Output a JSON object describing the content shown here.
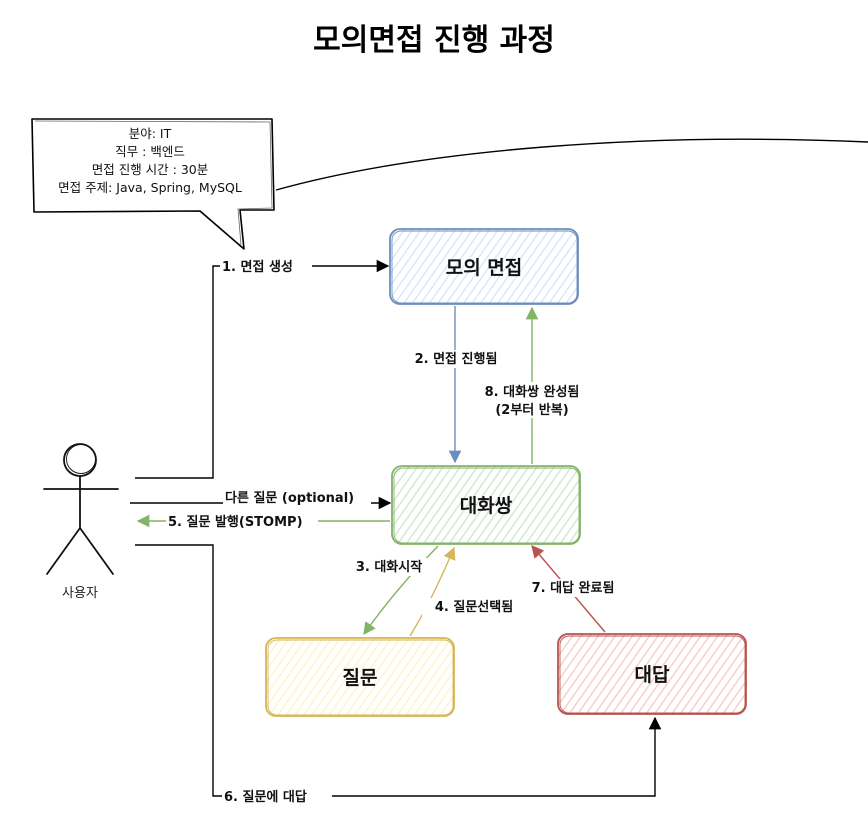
{
  "title": "모의면접 진행 과정",
  "actor": {
    "label": "사용자"
  },
  "callout": {
    "lines": [
      "분야: IT",
      "직무 : 백엔드",
      "면접 진행 시간 : 30분",
      "면접 주제: Java, Spring, MySQL"
    ]
  },
  "nodes": {
    "mock_interview": {
      "label": "모의 면접",
      "color": "#6c8ebf",
      "fill": "#dae8fc"
    },
    "conversation": {
      "label": "대화쌍",
      "color": "#82b366",
      "fill": "#d5e8d4"
    },
    "question": {
      "label": "질문",
      "color": "#d6b656",
      "fill": "#fff2cc"
    },
    "answer": {
      "label": "대답",
      "color": "#b85450",
      "fill": "#f8cecc"
    }
  },
  "edges": {
    "e1": "1. 면접 생성",
    "e2": "2. 면접 진행됨",
    "e3": "3. 대화시작",
    "e4": "4. 질문선택됨",
    "e5": "5. 질문 발행(STOMP)",
    "e6": "6. 질문에 대답",
    "e7": "7. 대답 완료됨",
    "e8_line1": "8. 대화쌍 완성됨",
    "e8_line2": "(2부터 반복)",
    "optional": "다른 질문 (optional)"
  }
}
